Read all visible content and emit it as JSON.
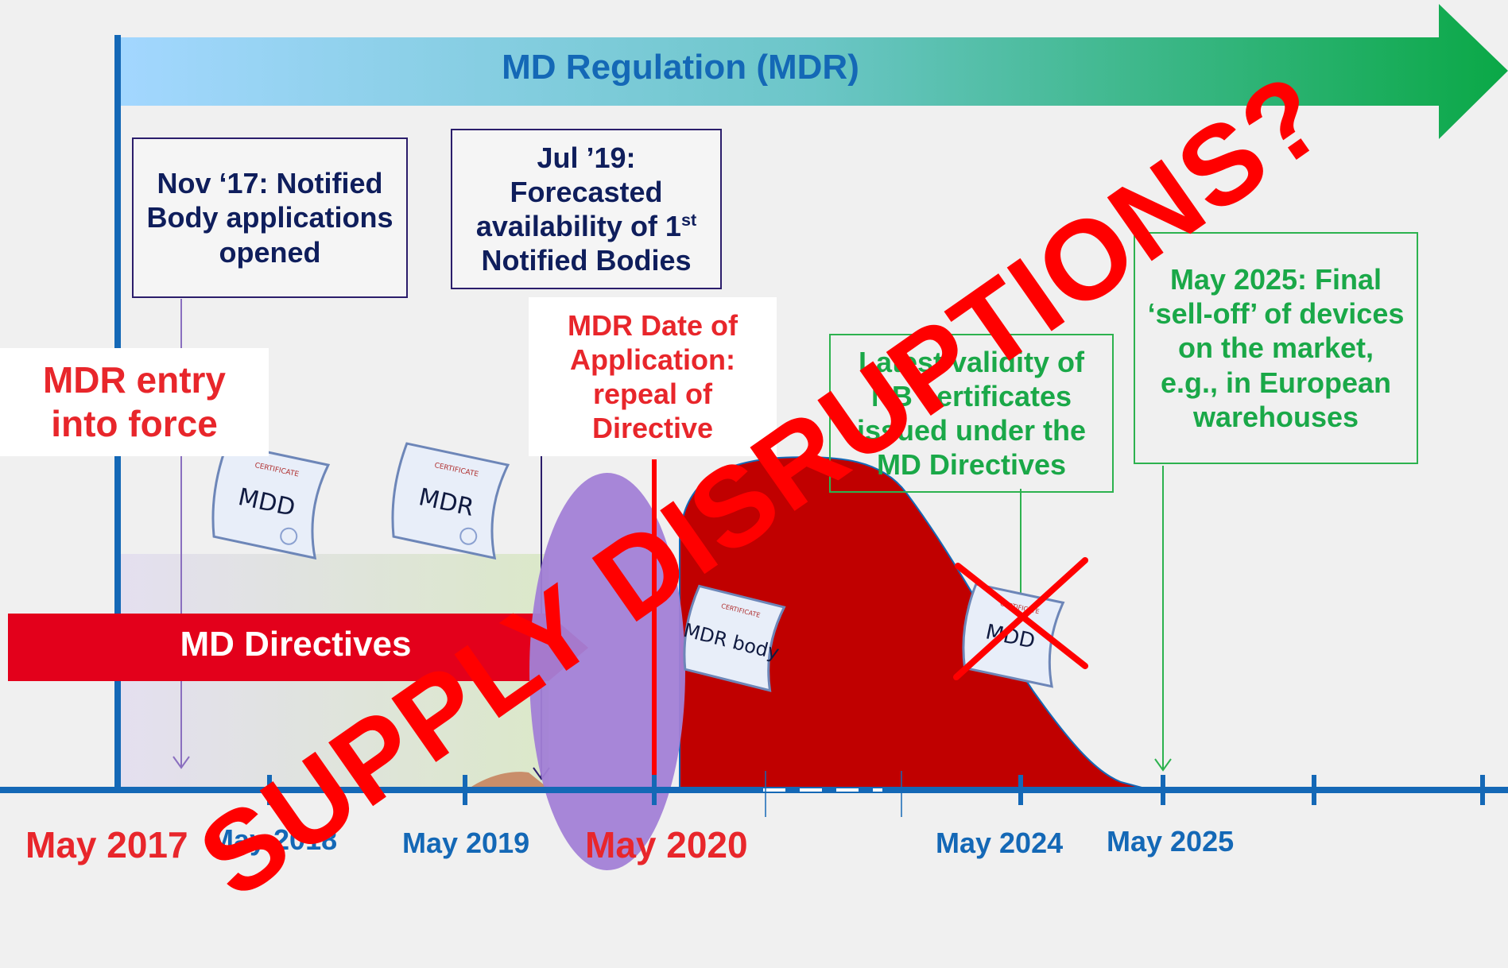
{
  "mdr_bar": {
    "label": "MD Regulation (MDR)"
  },
  "directives_bar": {
    "label": "MD Directives"
  },
  "entry_box": {
    "line1": "MDR entry",
    "line2": "into force"
  },
  "nov17_box": {
    "text": "Nov ‘17: Notified Body applications opened"
  },
  "jul19_box": {
    "line1": "Jul ’19:",
    "line2": "Forecasted",
    "line3": "availability of 1",
    "sup": "st",
    "line4": "Notified Bodies"
  },
  "application_box": {
    "text": "MDR Date of Application: repeal of Directive"
  },
  "validity_box": {
    "text": "Latest validity of NB certificates issued under the MD Directives"
  },
  "selloff_box": {
    "text": "May 2025: Final ‘sell-off’ of devices on the market, e.g., in European warehouses"
  },
  "certificates": [
    {
      "header": "CERTIFICATE",
      "text": "MDD"
    },
    {
      "header": "CERTIFICATE",
      "text": "MDR"
    },
    {
      "header": "CERTIFICATE",
      "text": "MDR body"
    },
    {
      "header": "CERTIFICATE",
      "text": "MDD"
    }
  ],
  "axis_labels": {
    "may2017": "May 2017",
    "may2018": "May 2018",
    "may2019": "May 2019",
    "may2020": "May 2020",
    "may2024": "May 2024",
    "may2025": "May 2025"
  },
  "overlay": {
    "text": "SUPPLY DISRUPTIONS?"
  },
  "colors": {
    "mdr_gradient_start": "#9fd3ff",
    "mdr_gradient_end": "#0fa84a",
    "directives": "#e3001b",
    "curve": "#c00000",
    "ellipse": "#a689d9",
    "axis": "#1468b6",
    "overlay": "#ff0000"
  }
}
